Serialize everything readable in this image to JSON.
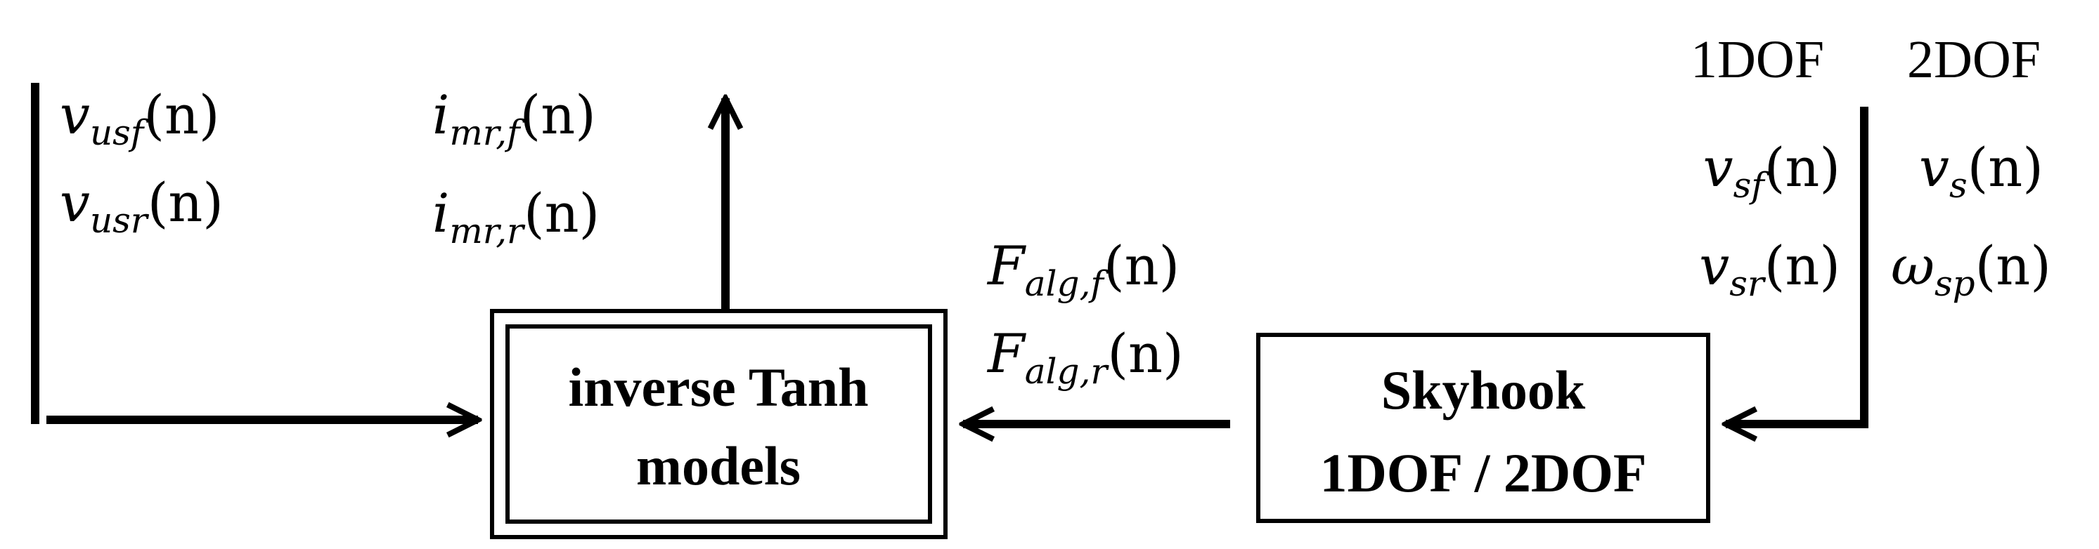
{
  "inputs_left": {
    "signal_1": {
      "base": "v",
      "sub": "usf",
      "arg": "(n)"
    },
    "signal_2": {
      "base": "v",
      "sub": "usr",
      "arg": "(n)"
    }
  },
  "outputs_top": {
    "signal_1": {
      "base": "i",
      "sub": "mr,f",
      "arg": "(n)"
    },
    "signal_2": {
      "base": "i",
      "sub": "mr,r",
      "arg": "(n)"
    }
  },
  "middle_signals": {
    "signal_1": {
      "base": "F",
      "sub": "alg,f",
      "arg": "(n)"
    },
    "signal_2": {
      "base": "F",
      "sub": "alg,r",
      "arg": "(n)"
    }
  },
  "right_headers": {
    "col_1": "1DOF",
    "col_2": "2DOF"
  },
  "right_signals_1dof": {
    "signal_1": {
      "base": "v",
      "sub": "sf",
      "arg": "(n)"
    },
    "signal_2": {
      "base": "v",
      "sub": "sr",
      "arg": "(n)"
    }
  },
  "right_signals_2dof": {
    "signal_1": {
      "base": "v",
      "sub": "s",
      "arg": "(n)"
    },
    "signal_2": {
      "base": "ω",
      "sub": "sp",
      "arg": "(n)"
    }
  },
  "blocks": {
    "inverse": {
      "line_1": "inverse Tanh",
      "line_2": "models"
    },
    "skyhook": {
      "line_1": "Skyhook",
      "line_2": "1DOF / 2DOF"
    }
  }
}
